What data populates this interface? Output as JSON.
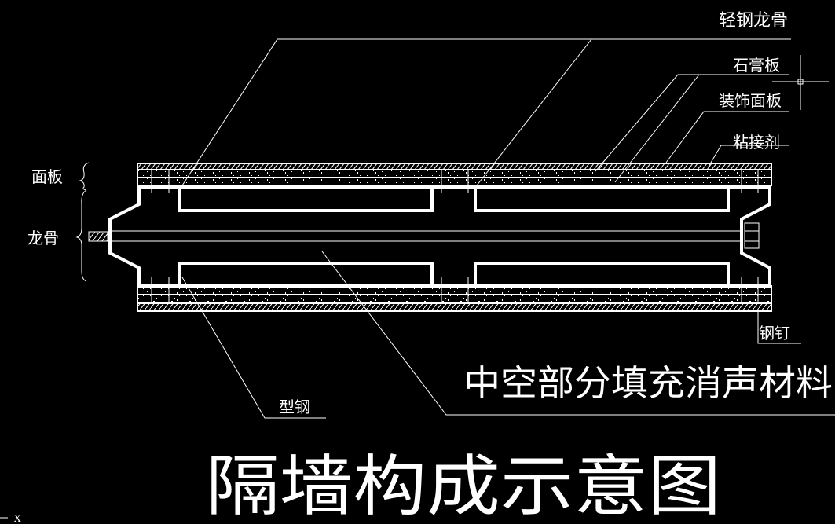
{
  "labels": {
    "light_steel_keel": "轻钢龙骨",
    "gypsum_board": "石膏板",
    "decorative_panel": "装饰面板",
    "adhesive": "粘接剂",
    "panel": "面板",
    "keel": "龙骨",
    "steel_nail": "钢钉",
    "section_steel": "型钢",
    "hollow_fill": "中空部分填充消声材料"
  },
  "title": "隔墙构成示意图",
  "ucs_axis_label": "X",
  "colors": {
    "background": "#000000",
    "lines": "#ffffff"
  }
}
